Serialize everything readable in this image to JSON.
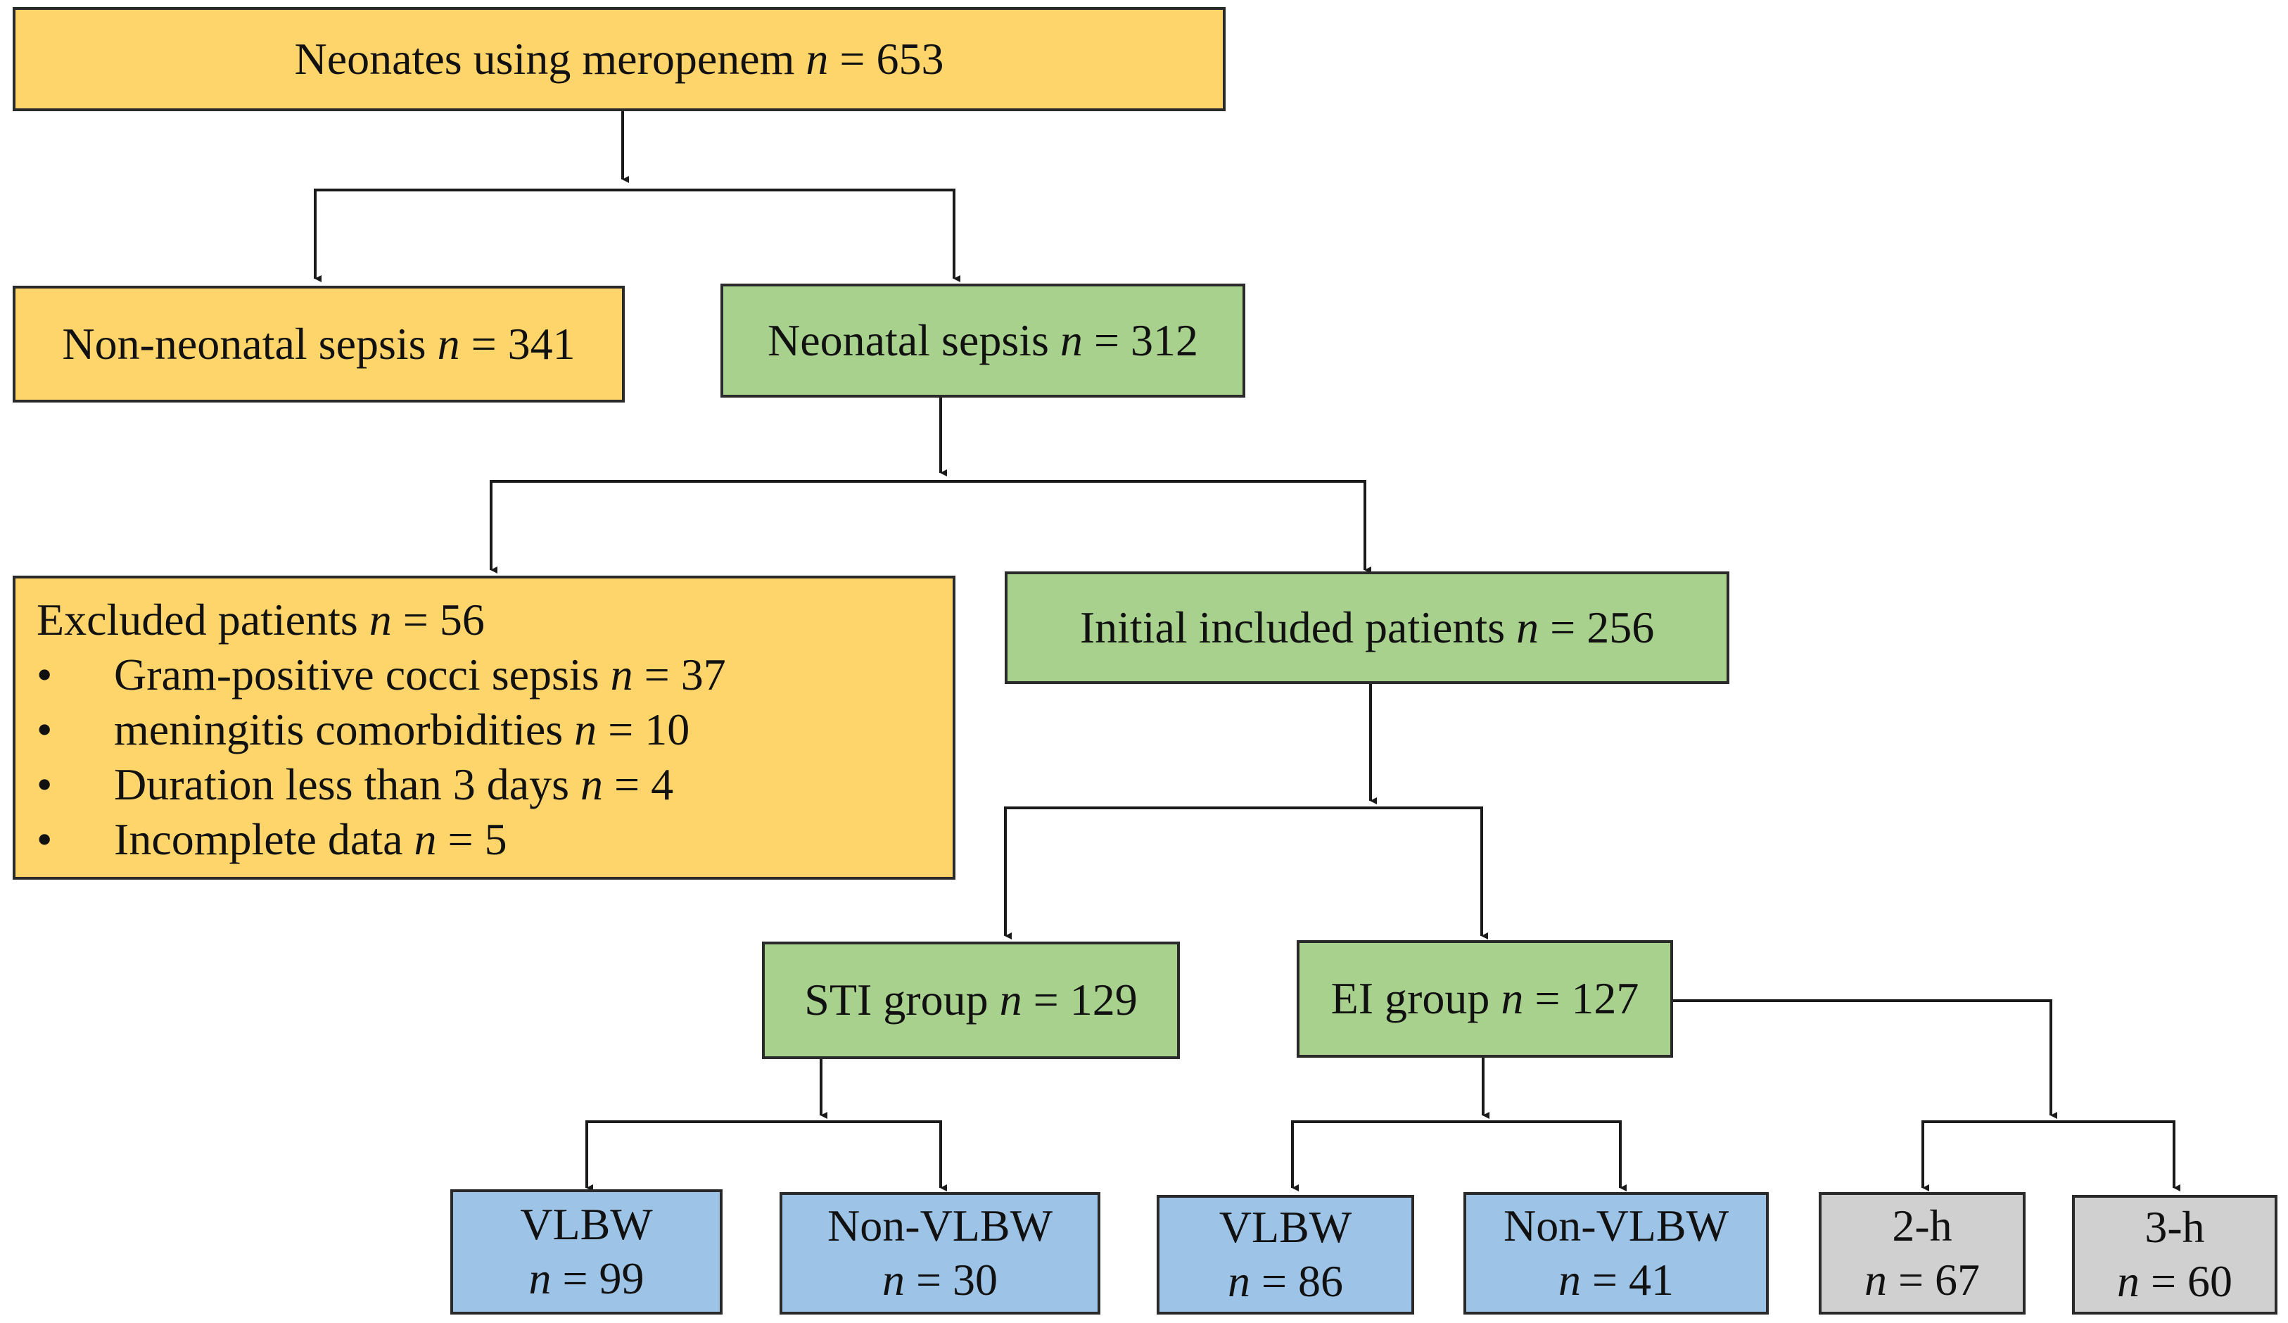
{
  "nodes": {
    "neonates": {
      "label": "Neonates using meropenem",
      "n": "n",
      "eq": " = 653"
    },
    "non_sepsis": {
      "label": "Non-neonatal sepsis",
      "n": "n",
      "eq": " = 341"
    },
    "sepsis": {
      "label": "Neonatal sepsis",
      "n": "n",
      "eq": " = 312"
    },
    "excluded": {
      "label": "Excluded patients",
      "n": "n",
      "eq": " = 56",
      "items": [
        {
          "label": "Gram-positive cocci sepsis",
          "n": "n",
          "eq": " = 37"
        },
        {
          "label": "meningitis comorbidities",
          "n": "n",
          "eq": " = 10"
        },
        {
          "label": "Duration less than 3 days",
          "n": "n",
          "eq": " = 4"
        },
        {
          "label": "Incomplete data",
          "n": "n",
          "eq": " = 5"
        }
      ]
    },
    "included": {
      "label": "Initial included patients",
      "n": "n",
      "eq": " = 256"
    },
    "sti": {
      "label": "STI group",
      "n": "n",
      "eq": " = 129"
    },
    "ei": {
      "label": "EI group",
      "n": "n",
      "eq": " = 127"
    },
    "sti_vlbw": {
      "label": "VLBW",
      "n": "n",
      "eq": " = 99"
    },
    "sti_nonvlbw": {
      "label": "Non-VLBW",
      "n": "n",
      "eq": " = 30"
    },
    "ei_vlbw": {
      "label": "VLBW",
      "n": "n",
      "eq": " = 86"
    },
    "ei_nonvlbw": {
      "label": "Non-VLBW",
      "n": "n",
      "eq": " = 41"
    },
    "ei_2h": {
      "label": "2-h",
      "n": "n",
      "eq": " = 67"
    },
    "ei_3h": {
      "label": "3-h",
      "n": "n",
      "eq": " = 60"
    }
  },
  "colors": {
    "orange": "#fdd56a",
    "green": "#a9d18e",
    "blue": "#9dc3e6",
    "gray": "#d0d0d0",
    "line": "#1a1a1a"
  }
}
